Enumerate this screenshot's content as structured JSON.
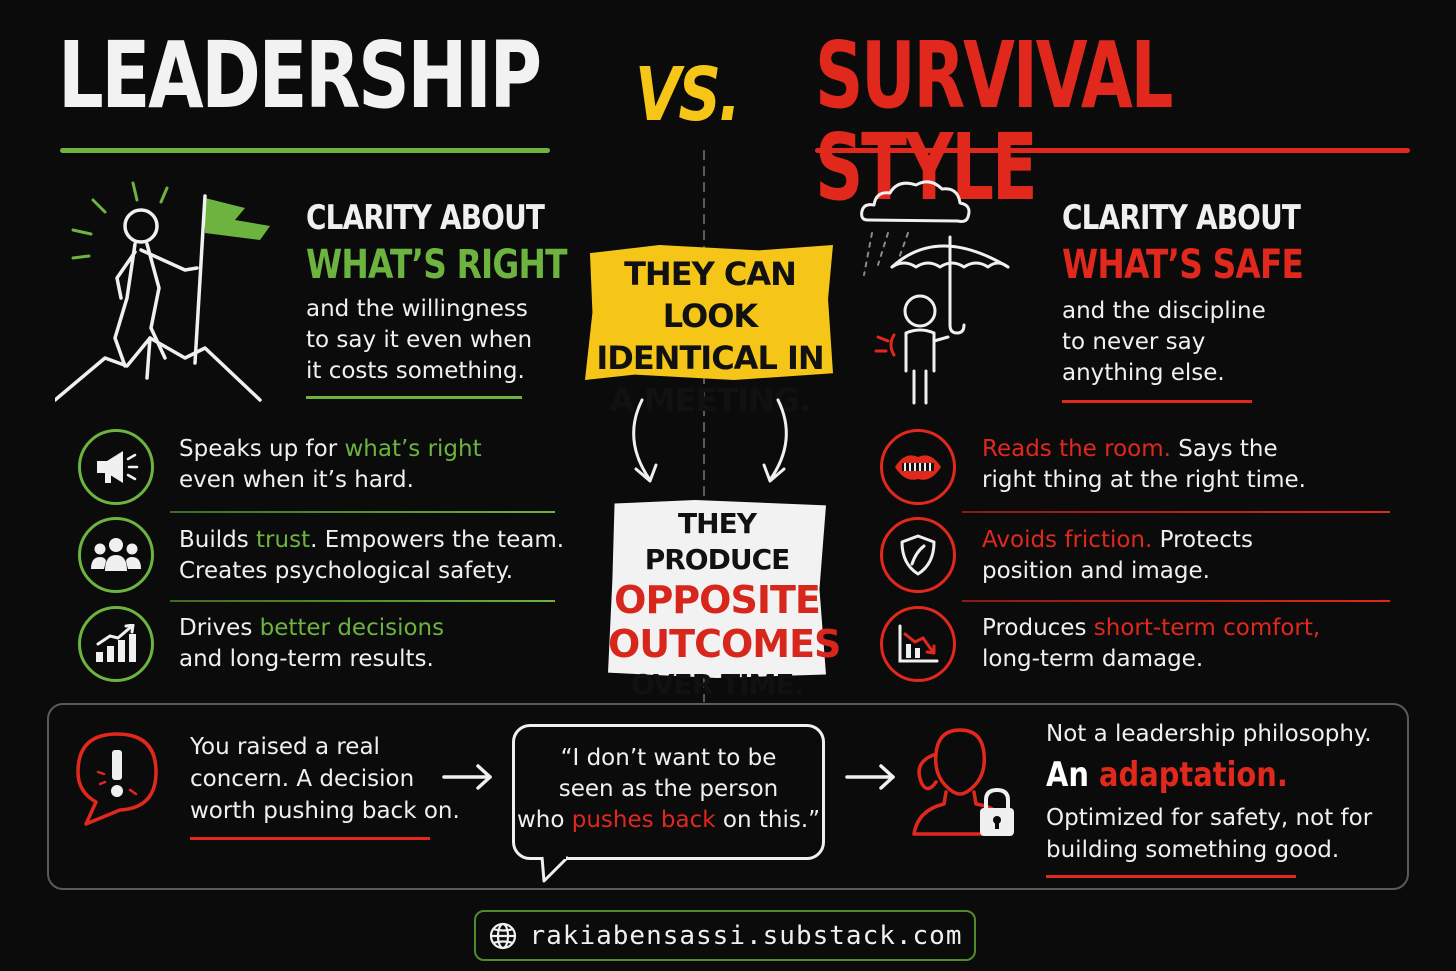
{
  "titles": {
    "left": "LEADERSHIP",
    "vs": "VS.",
    "right": "SURVIVAL STYLE"
  },
  "left": {
    "heading_1": "CLARITY ABOUT",
    "heading_2": "WHAT’S RIGHT",
    "body": [
      "and the willingness",
      "to say it even when",
      "it costs something."
    ],
    "points": [
      {
        "icon": "megaphone-icon",
        "pre": "Speaks up for ",
        "hl": "what’s right",
        "post": "",
        "line2": "even when it’s hard."
      },
      {
        "icon": "team-icon",
        "pre": "Builds ",
        "hl": "trust",
        "post": ". Empowers the team.",
        "line2": "Creates psychological safety."
      },
      {
        "icon": "growth-chart-icon",
        "pre": "Drives ",
        "hl": "better decisions",
        "post": "",
        "line2": "and long-term results."
      }
    ]
  },
  "right": {
    "heading_1": "CLARITY ABOUT",
    "heading_2": "WHAT’S SAFE",
    "body": [
      "and the discipline",
      "to never say",
      "anything else."
    ],
    "points": [
      {
        "icon": "zipped-mouth-icon",
        "hl": "Reads the room.",
        "post": " Says the",
        "line2": "right thing at the right time."
      },
      {
        "icon": "shield-icon",
        "hl": "Avoids friction.",
        "post": " Protects",
        "line2": "position and image."
      },
      {
        "icon": "declining-chart-icon",
        "pre": "Produces ",
        "hl": "short-term comfort,",
        "line2": "long-term damage."
      }
    ]
  },
  "center": {
    "yellow": [
      "THEY CAN LOOK",
      "IDENTICAL IN",
      "A MEETING."
    ],
    "white_top": "THEY PRODUCE",
    "white_big_1": "OPPOSITE",
    "white_big_2": "OUTCOMES",
    "white_bottom": "OVER TIME."
  },
  "bottom": {
    "concern": [
      "You raised a real",
      "concern. A decision",
      "worth pushing back on."
    ],
    "quote_1": "“I don’t want to be",
    "quote_2": "seen as the person",
    "quote_3_pre": "who ",
    "quote_3_hl": "pushes back",
    "quote_3_post": " on this.”",
    "right_1": "Not a leadership philosophy.",
    "right_2_pre": "An ",
    "right_2_hl": "adaptation.",
    "right_3": "Optimized for safety, not for",
    "right_4": "building something good."
  },
  "footer": {
    "url": "rakiabensassi.substack.com"
  },
  "colors": {
    "green": "#6cb33f",
    "red": "#e0281d",
    "yellow": "#f5c518",
    "background": "#0b0b0b"
  }
}
